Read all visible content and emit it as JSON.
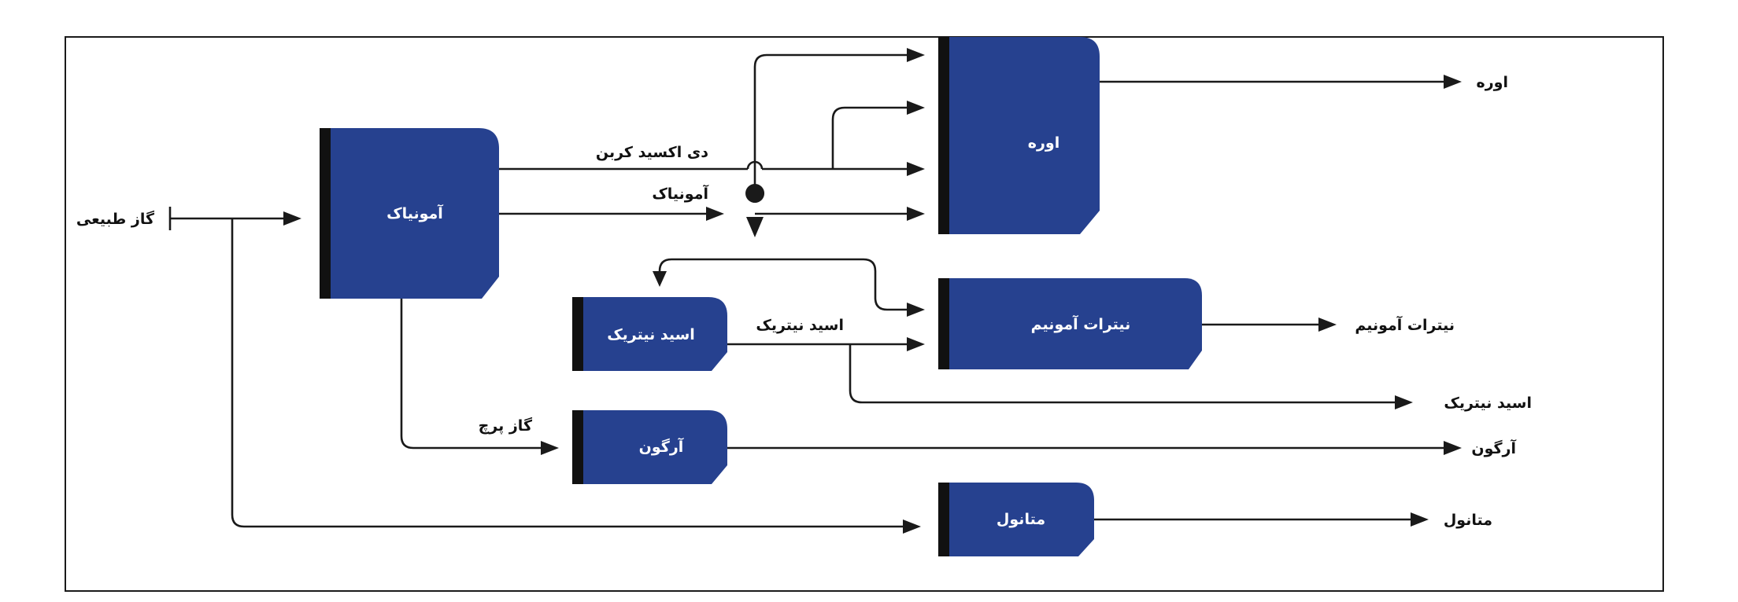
{
  "colors": {
    "box_fill": "#26418f",
    "box_bar": "#111111",
    "line": "#1a1a1a"
  },
  "boxes": {
    "ammonia": "آمونیاک",
    "urea": "اوره",
    "ammonium_nitrate": "نیترات آمونیم",
    "nitric_acid": "اسید نیتریک",
    "argon": "آرگون",
    "methanol": "متانول"
  },
  "flows": {
    "natural_gas": "گاز طبیعی",
    "carbon_dioxide": "دی اکسید کربن",
    "ammonia": "آمونیاک",
    "purge_gas": "گاز پرچ",
    "nitric_acid_mid": "اسید نیتریک"
  },
  "outputs": {
    "urea": "اوره",
    "ammonium_nitrate": "نیترات آمونیم",
    "nitric_acid": "اسید نیتریک",
    "argon": "آرگون",
    "methanol": "متانول"
  }
}
